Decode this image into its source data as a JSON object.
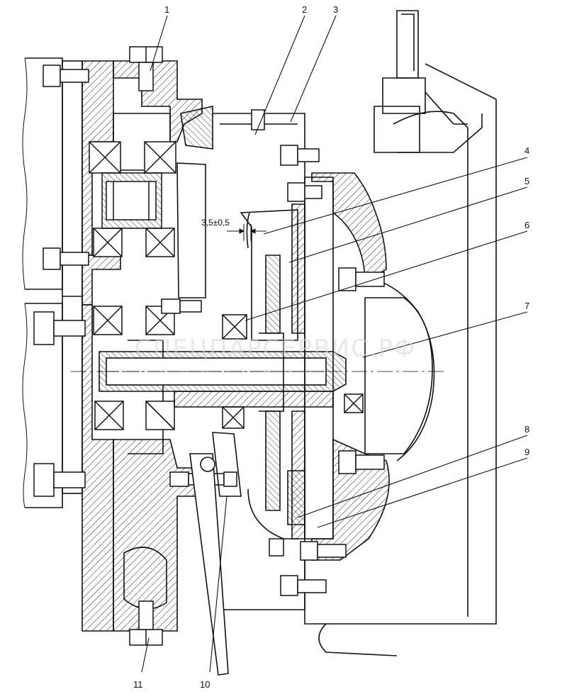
{
  "callouts": [
    "1",
    "2",
    "3",
    "4",
    "5",
    "6",
    "7",
    "8",
    "9",
    "10",
    "11"
  ],
  "dimension": "3,5±0,5",
  "watermark": "СПЕЦПАРСЕРВИС.РФ"
}
